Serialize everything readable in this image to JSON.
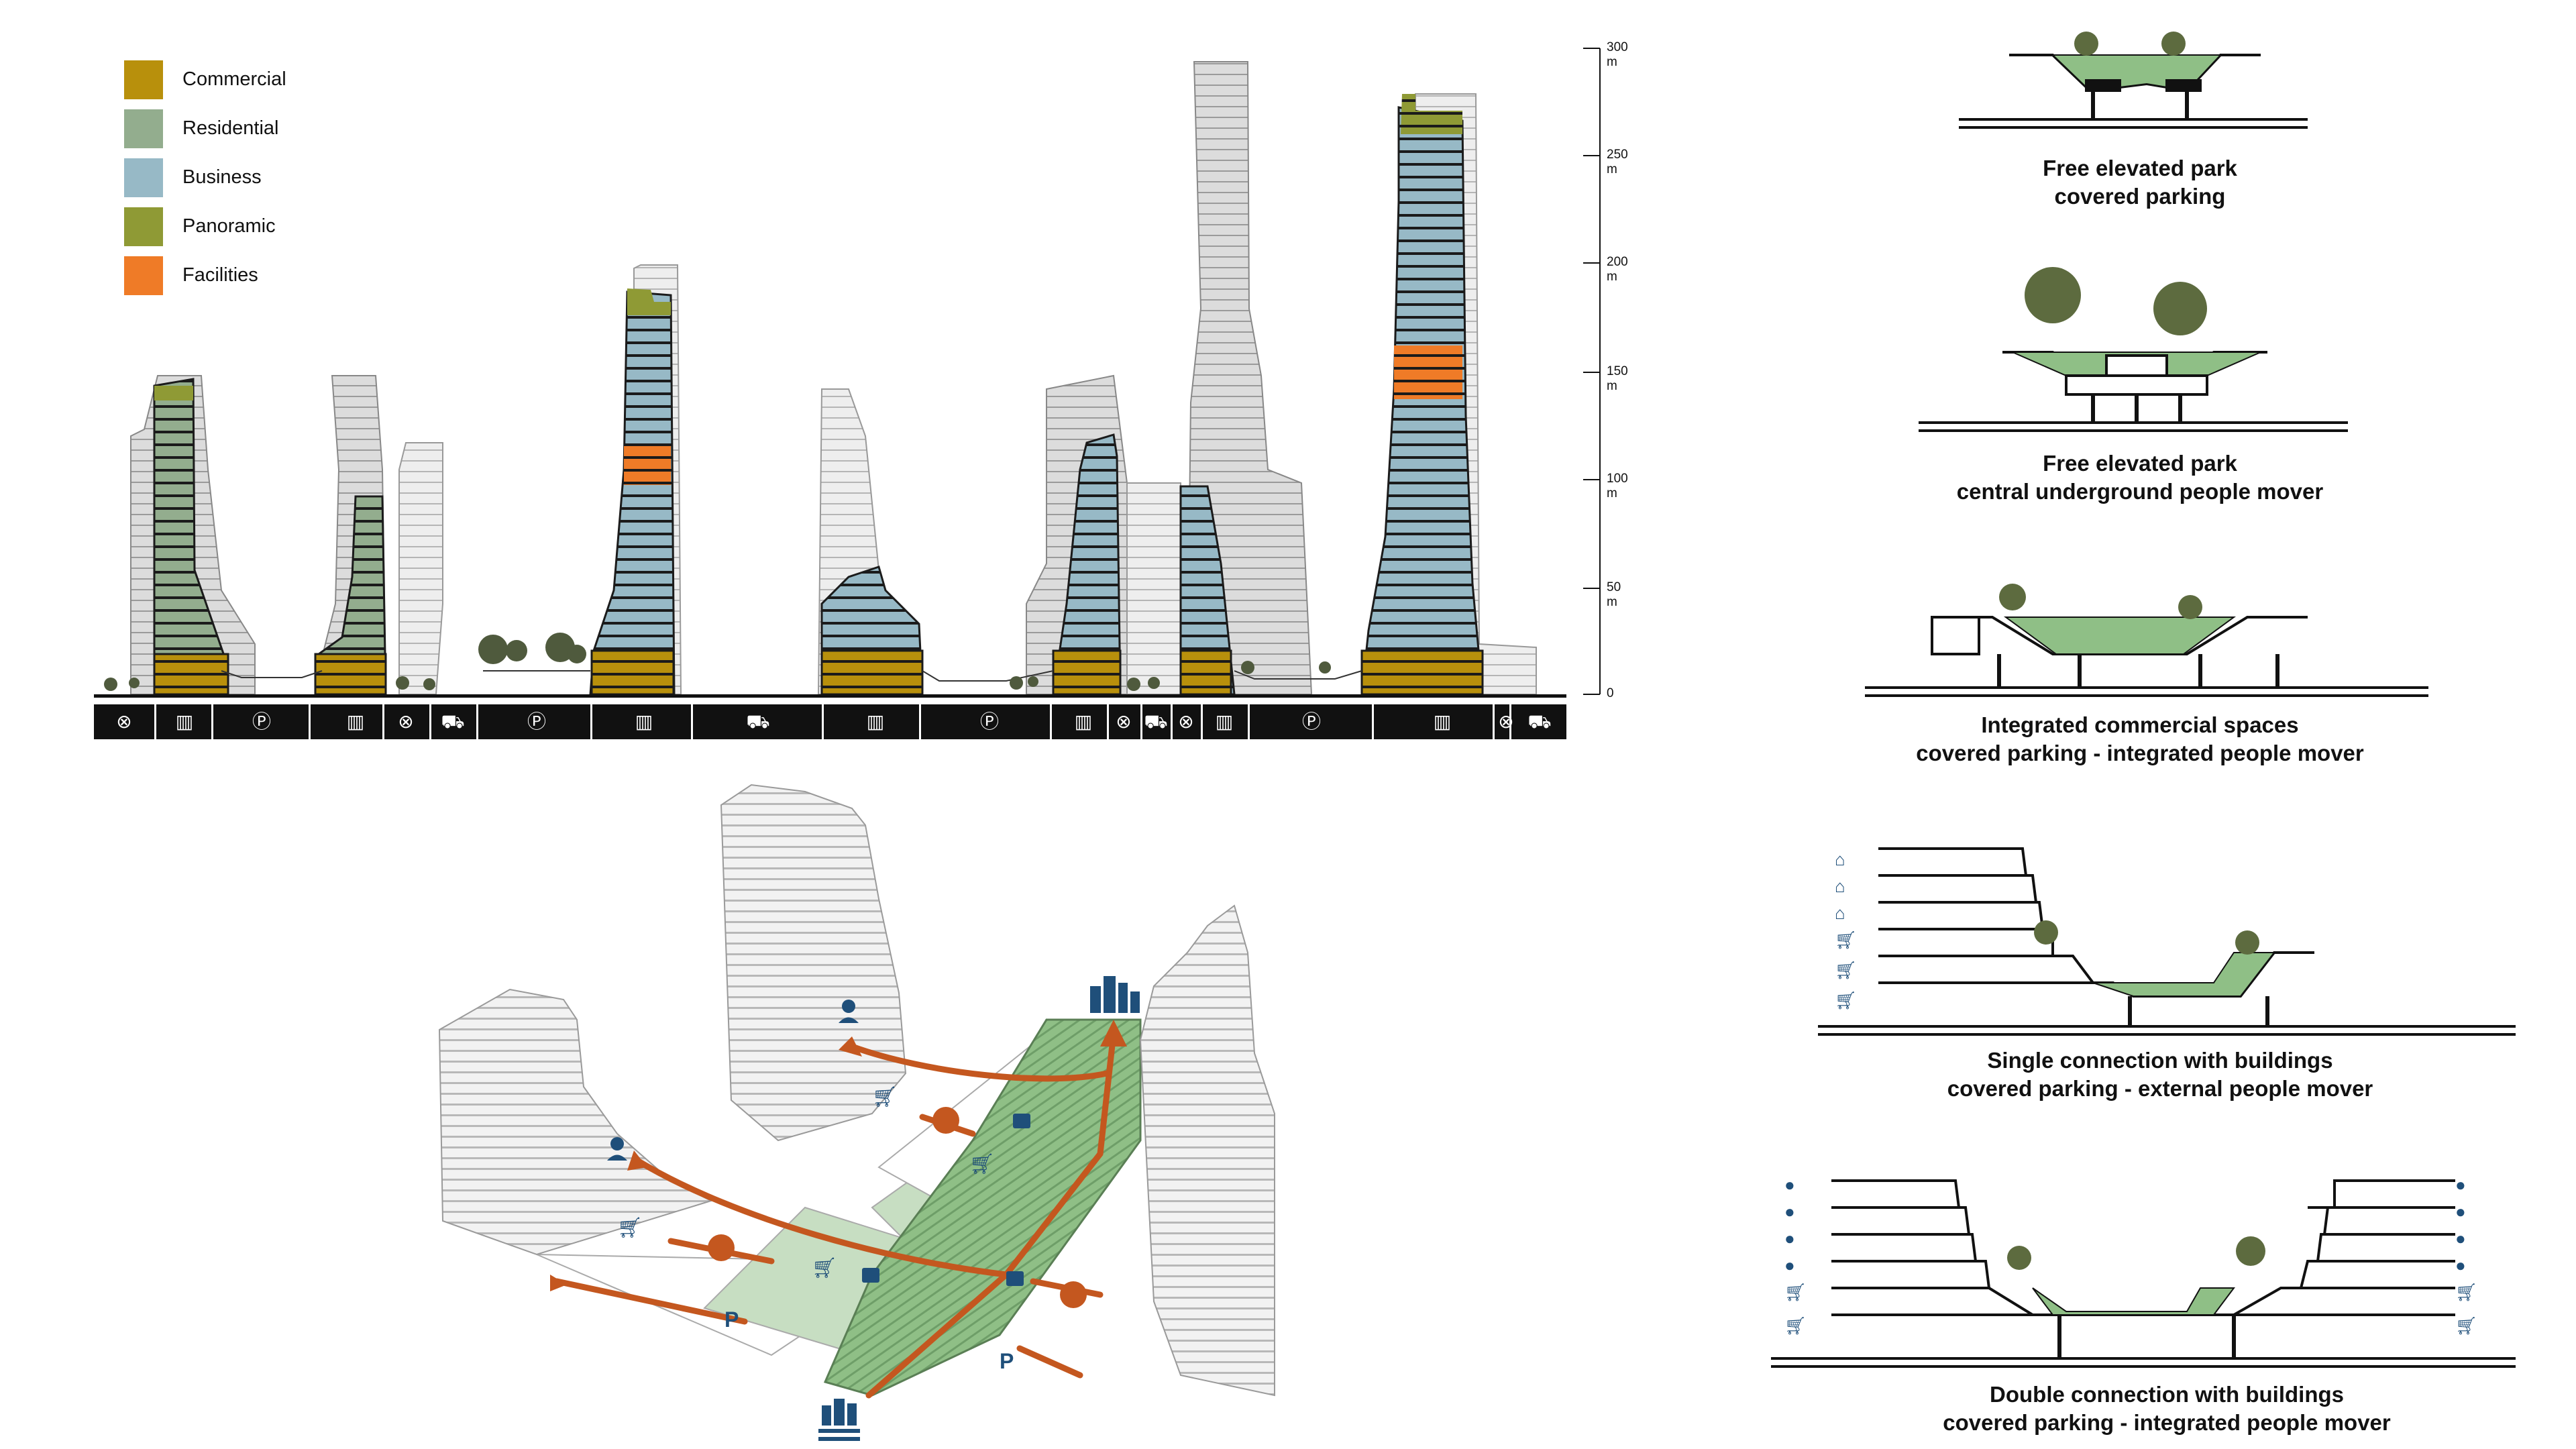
{
  "legend": {
    "items": [
      {
        "label": "Commercial",
        "color": "#b8900c"
      },
      {
        "label": "Residential",
        "color": "#93ad8e"
      },
      {
        "label": "Business",
        "color": "#97b9c6"
      },
      {
        "label": "Panoramic",
        "color": "#8f9a35"
      },
      {
        "label": "Facilities",
        "color": "#ef7b27"
      }
    ]
  },
  "scale": {
    "ticks": [
      "300 m",
      "250 m",
      "200 m",
      "150 m",
      "100 m",
      "50 m",
      "0"
    ]
  },
  "icon_bar": {
    "icons": [
      "wheel-icon",
      "building-icon",
      "parking-icon",
      "building-icon",
      "wheel-icon",
      "car-icon",
      "parking-icon",
      "building-icon",
      "car-icon",
      "building-icon",
      "parking-icon",
      "building-icon",
      "wheel-icon",
      "car-icon",
      "wheel-icon",
      "building-icon",
      "parking-icon",
      "building-icon",
      "wheel-icon",
      "car-icon"
    ]
  },
  "sections": [
    {
      "line1": "Free elevated park",
      "line2": "covered parking"
    },
    {
      "line1": "Free elevated park",
      "line2": "central underground people mover"
    },
    {
      "line1": "Integrated commercial spaces",
      "line2": "covered parking - integrated people mover"
    },
    {
      "line1": "Single connection with buildings",
      "line2": "covered parking - external people mover"
    },
    {
      "line1": "Double connection with buildings",
      "line2": "covered parking - integrated people mover"
    }
  ],
  "colors": {
    "park_green": "#8fbf86",
    "arrow": "#c4571f",
    "icon_blue": "#1f4f7a"
  }
}
